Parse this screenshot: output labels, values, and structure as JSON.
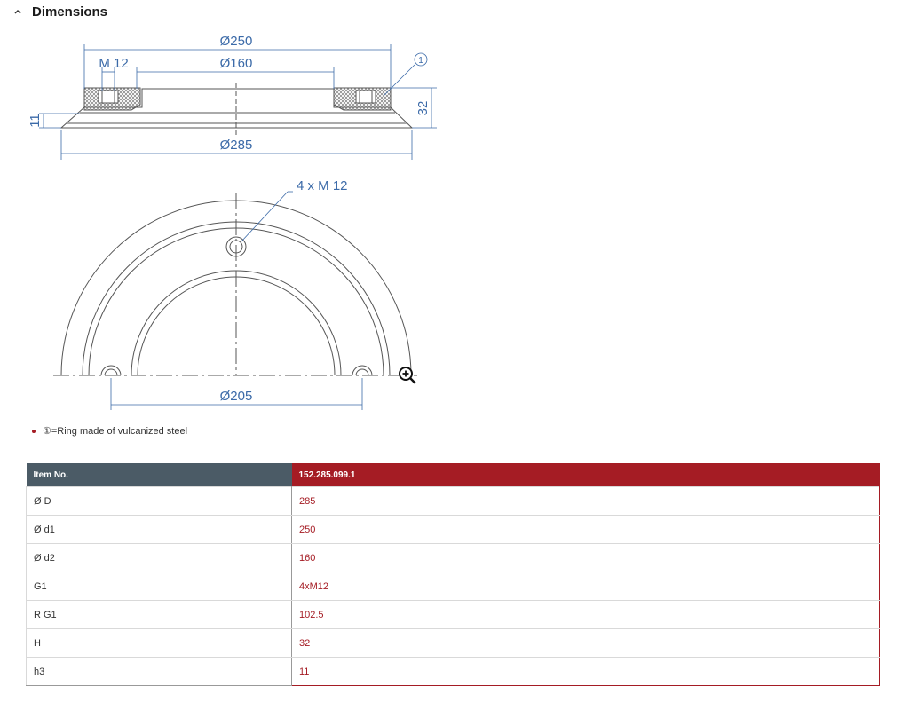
{
  "section": {
    "title": "Dimensions",
    "toggle_icon": "chevron-up-icon"
  },
  "drawing": {
    "labels": {
      "d1": "Ø250",
      "d2": "Ø160",
      "thread": "M 12",
      "callout": "1",
      "height": "32",
      "h3": "11",
      "outer": "Ø285",
      "bolts": "4 x M 12",
      "pcd": "Ø205"
    },
    "zoom_icon": "zoom-in-icon",
    "colors": {
      "dim": "#3b6aa8",
      "line": "#555555"
    }
  },
  "note": {
    "text": "①=Ring made of vulcanized steel"
  },
  "table": {
    "header_label": "Item No.",
    "header_value": "152.285.099.1",
    "rows": [
      {
        "label": "Ø D",
        "value": "285"
      },
      {
        "label": "Ø d1",
        "value": "250"
      },
      {
        "label": "Ø d2",
        "value": "160"
      },
      {
        "label": "G1",
        "value": "4xM12"
      },
      {
        "label": "R G1",
        "value": "102.5"
      },
      {
        "label": "H",
        "value": "32"
      },
      {
        "label": "h3",
        "value": "11"
      }
    ]
  },
  "colors": {
    "accent": "#a51c24",
    "header_dark": "#4b5b66"
  }
}
